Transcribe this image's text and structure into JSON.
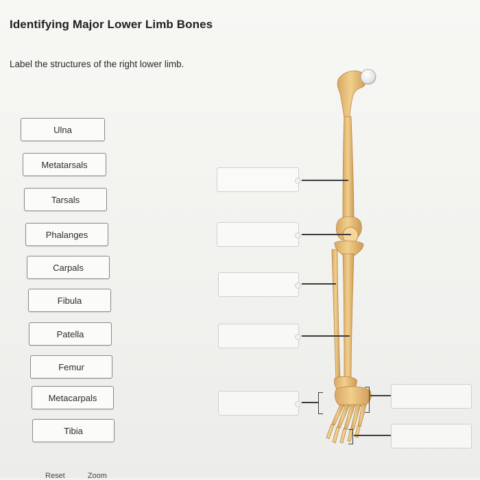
{
  "title": "Identifying Major Lower Limb Bones",
  "instruction": "Label the structures of the right lower limb.",
  "labels": [
    {
      "text": "Ulna"
    },
    {
      "text": "Metatarsals"
    },
    {
      "text": "Tarsals"
    },
    {
      "text": "Phalanges"
    },
    {
      "text": "Carpals"
    },
    {
      "text": "Fibula"
    },
    {
      "text": "Patella"
    },
    {
      "text": "Femur"
    },
    {
      "text": "Metacarpals"
    },
    {
      "text": "Tibia"
    }
  ],
  "drop_targets_count": 7,
  "illustration": {
    "subject": "right lower limb skeleton",
    "bone_color": "#e8c07a"
  },
  "bottom_links": {
    "reset": "Reset",
    "zoom": "Zoom"
  },
  "colors": {
    "background": "#f1f1ee",
    "tile_border": "#888888",
    "leader_line": "#3a3a3a"
  }
}
